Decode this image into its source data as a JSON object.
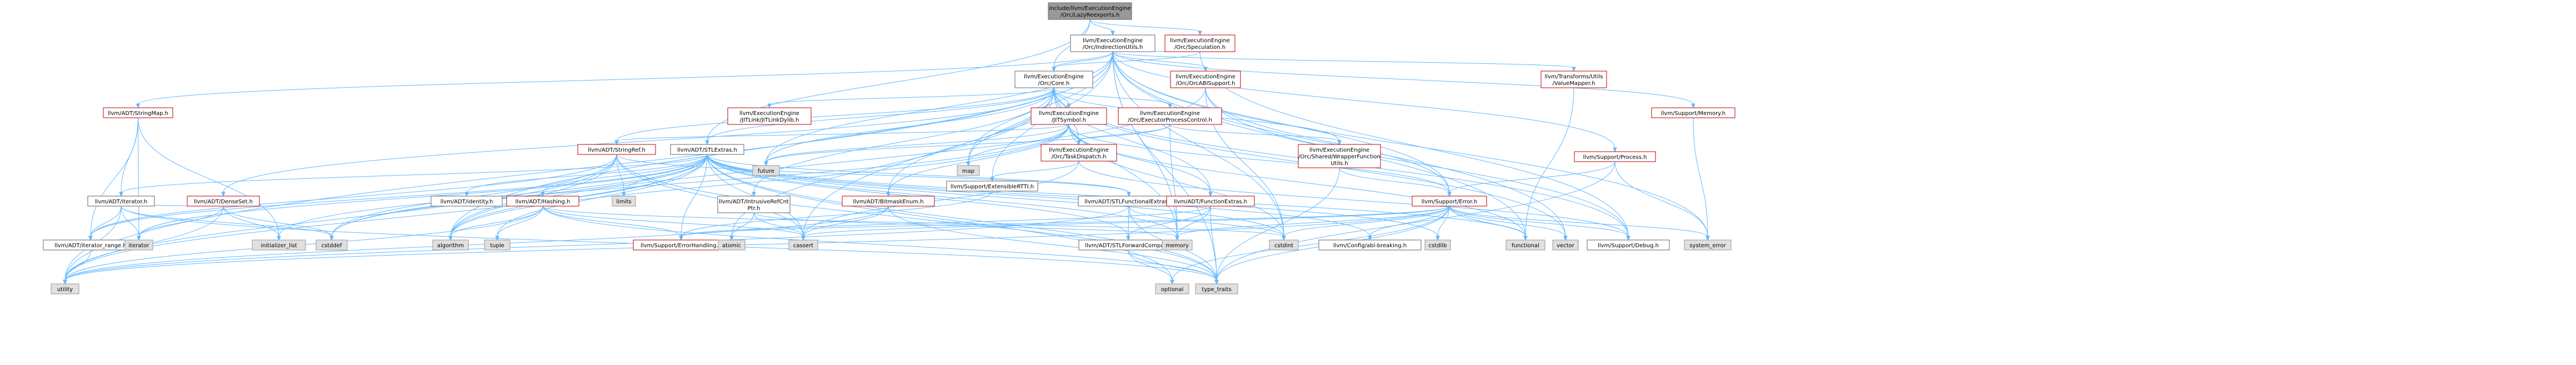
{
  "colors": {
    "root_fill": "#999999",
    "root_stroke": "#666666",
    "internal_fill": "#ffffff",
    "internal_stroke": "#bf0000",
    "documented_stroke": "#666666",
    "external_fill": "#e0e0e0",
    "external_stroke": "#999999",
    "edge": "#63b8ff"
  },
  "nodes": [
    {
      "id": "root",
      "lines": [
        "include/llvm/ExecutionEngine",
        "/Orc/LazyReexports.h"
      ],
      "kind": "root"
    },
    {
      "id": "indirection",
      "lines": [
        "llvm/ExecutionEngine",
        "/Orc/IndirectionUtils.h"
      ],
      "kind": "documented"
    },
    {
      "id": "speculation",
      "lines": [
        "llvm/ExecutionEngine",
        "/Orc/Speculation.h"
      ],
      "kind": "internal"
    },
    {
      "id": "core",
      "lines": [
        "llvm/ExecutionEngine",
        "/Orc/Core.h"
      ],
      "kind": "documented"
    },
    {
      "id": "orcabi",
      "lines": [
        "llvm/ExecutionEngine",
        "/Orc/OrcABISupport.h"
      ],
      "kind": "internal"
    },
    {
      "id": "valuemapper",
      "lines": [
        "llvm/Transforms/Utils",
        "/ValueMapper.h"
      ],
      "kind": "internal"
    },
    {
      "id": "stringmap",
      "lines": [
        "llvm/ADT/StringMap.h"
      ],
      "kind": "internal"
    },
    {
      "id": "jitlinkdylib",
      "lines": [
        "llvm/ExecutionEngine",
        "/JITLink/JITLinkDylib.h"
      ],
      "kind": "internal"
    },
    {
      "id": "jitsymbol",
      "lines": [
        "llvm/ExecutionEngine",
        "/JITSymbol.h"
      ],
      "kind": "internal"
    },
    {
      "id": "epc",
      "lines": [
        "llvm/ExecutionEngine",
        "/Orc/ExecutorProcessControl.h"
      ],
      "kind": "internal"
    },
    {
      "id": "memory_h",
      "lines": [
        "llvm/Support/Memory.h"
      ],
      "kind": "internal"
    },
    {
      "id": "process",
      "lines": [
        "llvm/Support/Process.h"
      ],
      "kind": "internal"
    },
    {
      "id": "stringref",
      "lines": [
        "llvm/ADT/StringRef.h"
      ],
      "kind": "internal"
    },
    {
      "id": "stlextras",
      "lines": [
        "llvm/ADT/STLExtras.h"
      ],
      "kind": "documented"
    },
    {
      "id": "taskdispatch",
      "lines": [
        "llvm/ExecutionEngine",
        "/Orc/TaskDispatch.h"
      ],
      "kind": "internal"
    },
    {
      "id": "swfu",
      "lines": [
        "llvm/ExecutionEngine",
        "/Orc/Shared/WrapperFunction",
        "Utils.h"
      ],
      "kind": "internal"
    },
    {
      "id": "densemap",
      "lines": [
        "llvm/ADT/DenseSet.h"
      ],
      "kind": "internal"
    },
    {
      "id": "iterator",
      "lines": [
        "llvm/ADT/iterator.h"
      ],
      "kind": "documented"
    },
    {
      "id": "hashing",
      "lines": [
        "llvm/ADT/Hashing.h"
      ],
      "kind": "internal"
    },
    {
      "id": "adtidentity",
      "lines": [
        "llvm/ADT/identity.h"
      ],
      "kind": "documented"
    },
    {
      "id": "intrusiveref",
      "lines": [
        "llvm/ADT/IntrusiveRefCnt",
        "Ptr.h"
      ],
      "kind": "documented"
    },
    {
      "id": "bitmask",
      "lines": [
        "llvm/ADT/BitmaskEnum.h"
      ],
      "kind": "internal"
    },
    {
      "id": "extensiblerti",
      "lines": [
        "llvm/Support/ExtensibleRTTI.h"
      ],
      "kind": "documented"
    },
    {
      "id": "stlfunctional",
      "lines": [
        "llvm/ADT/STLFunctionalExtras.h"
      ],
      "kind": "documented"
    },
    {
      "id": "functionextras",
      "lines": [
        "llvm/ADT/FunctionExtras.h"
      ],
      "kind": "internal"
    },
    {
      "id": "error",
      "lines": [
        "llvm/Support/Error.h"
      ],
      "kind": "internal"
    },
    {
      "id": "iterrange",
      "lines": [
        "llvm/ADT/iterator_range.h"
      ],
      "kind": "documented"
    },
    {
      "id": "errorhandling",
      "lines": [
        "llvm/Support/ErrorHandling.h"
      ],
      "kind": "internal"
    },
    {
      "id": "stlforward",
      "lines": [
        "llvm/ADT/STLForwardCompat.h"
      ],
      "kind": "documented"
    },
    {
      "id": "debug",
      "lines": [
        "llvm/Support/Debug.h"
      ],
      "kind": "documented"
    },
    {
      "id": "abibreaking",
      "lines": [
        "llvm/Config/abi-breaking.h"
      ],
      "kind": "documented"
    },
    {
      "id": "future",
      "lines": [
        "future"
      ],
      "kind": "external"
    },
    {
      "id": "map",
      "lines": [
        "map"
      ],
      "kind": "external"
    },
    {
      "id": "limits",
      "lines": [
        "limits"
      ],
      "kind": "external"
    },
    {
      "id": "atomic",
      "lines": [
        "atomic"
      ],
      "kind": "external"
    },
    {
      "id": "cassert",
      "lines": [
        "cassert"
      ],
      "kind": "external"
    },
    {
      "id": "memory",
      "lines": [
        "memory"
      ],
      "kind": "external"
    },
    {
      "id": "cstdint",
      "lines": [
        "cstdint"
      ],
      "kind": "external"
    },
    {
      "id": "cstdlib",
      "lines": [
        "cstdlib"
      ],
      "kind": "external"
    },
    {
      "id": "functional",
      "lines": [
        "functional"
      ],
      "kind": "external"
    },
    {
      "id": "vector",
      "lines": [
        "vector"
      ],
      "kind": "external"
    },
    {
      "id": "system_error",
      "lines": [
        "system_error"
      ],
      "kind": "external"
    },
    {
      "id": "iterator_std",
      "lines": [
        "iterator"
      ],
      "kind": "external"
    },
    {
      "id": "init_list",
      "lines": [
        "initializer_list"
      ],
      "kind": "external"
    },
    {
      "id": "cstddef",
      "lines": [
        "cstddef"
      ],
      "kind": "external"
    },
    {
      "id": "algorithm",
      "lines": [
        "algorithm"
      ],
      "kind": "external"
    },
    {
      "id": "tuple",
      "lines": [
        "tuple"
      ],
      "kind": "external"
    },
    {
      "id": "utility",
      "lines": [
        "utility"
      ],
      "kind": "external"
    },
    {
      "id": "optional",
      "lines": [
        "optional"
      ],
      "kind": "external"
    },
    {
      "id": "type_traits",
      "lines": [
        "type_traits"
      ],
      "kind": "external"
    }
  ],
  "edges": [
    [
      "root",
      "indirection"
    ],
    [
      "root",
      "speculation"
    ],
    [
      "root",
      "core"
    ],
    [
      "root",
      "stlextras"
    ],
    [
      "speculation",
      "core"
    ],
    [
      "speculation",
      "indirection"
    ],
    [
      "speculation",
      "debug"
    ],
    [
      "indirection",
      "core"
    ],
    [
      "indirection",
      "orcabi"
    ],
    [
      "indirection",
      "valuemapper"
    ],
    [
      "indirection",
      "stringmap"
    ],
    [
      "indirection",
      "memory_h"
    ],
    [
      "indirection",
      "process"
    ],
    [
      "indirection",
      "error"
    ],
    [
      "indirection",
      "future"
    ],
    [
      "indirection",
      "map"
    ],
    [
      "indirection",
      "functional"
    ],
    [
      "indirection",
      "system_error"
    ],
    [
      "indirection",
      "vector"
    ],
    [
      "indirection",
      "cassert"
    ],
    [
      "indirection",
      "memory"
    ],
    [
      "indirection",
      "type_traits"
    ],
    [
      "indirection",
      "utility"
    ],
    [
      "indirection",
      "algorithm"
    ],
    [
      "indirection",
      "cstdint"
    ],
    [
      "core",
      "jitlinkdylib"
    ],
    [
      "core",
      "jitsymbol"
    ],
    [
      "core",
      "epc"
    ],
    [
      "core",
      "stringref"
    ],
    [
      "core",
      "stlextras"
    ],
    [
      "core",
      "densemap"
    ],
    [
      "core",
      "intrusiveref"
    ],
    [
      "core",
      "bitmask"
    ],
    [
      "core",
      "functionextras"
    ],
    [
      "core",
      "extensiblerti"
    ],
    [
      "core",
      "taskdispatch"
    ],
    [
      "core",
      "swfu"
    ],
    [
      "core",
      "future"
    ],
    [
      "core",
      "map"
    ],
    [
      "core",
      "vector"
    ],
    [
      "core",
      "memory"
    ],
    [
      "core",
      "debug"
    ],
    [
      "core",
      "atomic"
    ],
    [
      "orcabi",
      "error"
    ],
    [
      "orcabi",
      "debug"
    ],
    [
      "orcabi",
      "cstdint"
    ],
    [
      "orcabi",
      "algorithm"
    ],
    [
      "jitsymbol",
      "stringref"
    ],
    [
      "jitsymbol",
      "bitmask"
    ],
    [
      "jitsymbol",
      "functionextras"
    ],
    [
      "jitsymbol",
      "error"
    ],
    [
      "jitsymbol",
      "cstdint"
    ],
    [
      "jitsymbol",
      "cstddef"
    ],
    [
      "jitsymbol",
      "functional"
    ],
    [
      "jitsymbol",
      "map"
    ],
    [
      "jitsymbol",
      "future"
    ],
    [
      "jitsymbol",
      "string"
    ],
    [
      "jitsymbol",
      "algorithm"
    ],
    [
      "epc",
      "taskdispatch"
    ],
    [
      "epc",
      "swfu"
    ],
    [
      "epc",
      "future"
    ],
    [
      "epc",
      "memory"
    ],
    [
      "taskdispatch",
      "extensiblerti"
    ],
    [
      "taskdispatch",
      "debug"
    ],
    [
      "taskdispatch",
      "cassert"
    ],
    [
      "swfu",
      "error"
    ],
    [
      "swfu",
      "type_traits"
    ],
    [
      "stringmap",
      "iterator"
    ],
    [
      "stringmap",
      "iterrange"
    ],
    [
      "stringmap",
      "init_list"
    ],
    [
      "stringmap",
      "iterator_std"
    ],
    [
      "stringref",
      "stlfunctional"
    ],
    [
      "stringref",
      "iterrange"
    ],
    [
      "stringref",
      "algorithm"
    ],
    [
      "stringref",
      "cassert"
    ],
    [
      "stringref",
      "cstddef"
    ],
    [
      "stringref",
      "limits"
    ],
    [
      "stringref",
      "type_traits"
    ],
    [
      "stringref",
      "utility"
    ],
    [
      "stlextras",
      "adtidentity"
    ],
    [
      "stlextras",
      "hashing"
    ],
    [
      "stlextras",
      "iterator"
    ],
    [
      "stlextras",
      "iterrange"
    ],
    [
      "stlextras",
      "stlfunctional"
    ],
    [
      "stlextras",
      "stlforward"
    ],
    [
      "stlextras",
      "errorhandling"
    ],
    [
      "stlextras",
      "algorithm"
    ],
    [
      "stlextras",
      "cassert"
    ],
    [
      "stlextras",
      "cstddef"
    ],
    [
      "stlextras",
      "cstdint"
    ],
    [
      "stlextras",
      "cstdlib"
    ],
    [
      "stlextras",
      "functional"
    ],
    [
      "stlextras",
      "init_list"
    ],
    [
      "stlextras",
      "iterator_std"
    ],
    [
      "stlextras",
      "limits"
    ],
    [
      "stlextras",
      "memory"
    ],
    [
      "stlextras",
      "optional"
    ],
    [
      "stlextras",
      "tuple"
    ],
    [
      "stlextras",
      "type_traits"
    ],
    [
      "stlextras",
      "utility"
    ],
    [
      "stlextras",
      "abibreaking"
    ],
    [
      "densemap",
      "iterator"
    ],
    [
      "densemap",
      "cstddef"
    ],
    [
      "densemap",
      "init_list"
    ],
    [
      "densemap",
      "utility"
    ],
    [
      "densemap",
      "iterator_std"
    ],
    [
      "iterator",
      "iterrange"
    ],
    [
      "iterator",
      "cstddef"
    ],
    [
      "iterator",
      "iterator_std"
    ],
    [
      "iterator",
      "type_traits"
    ],
    [
      "iterator",
      "utility"
    ],
    [
      "iterrange",
      "utility"
    ],
    [
      "hashing",
      "errorhandling"
    ],
    [
      "hashing",
      "algorithm"
    ],
    [
      "hashing",
      "cassert"
    ],
    [
      "hashing",
      "tuple"
    ],
    [
      "hashing",
      "type_traits"
    ],
    [
      "hashing",
      "utility"
    ],
    [
      "hashing",
      "cstdint"
    ],
    [
      "intrusiveref",
      "atomic"
    ],
    [
      "intrusiveref",
      "cassert"
    ],
    [
      "intrusiveref",
      "memory"
    ],
    [
      "bitmask",
      "cassert"
    ],
    [
      "bitmask",
      "type_traits"
    ],
    [
      "bitmask",
      "utility"
    ],
    [
      "stlfunctional",
      "stlforward"
    ],
    [
      "stlfunctional",
      "cstdint"
    ],
    [
      "stlfunctional",
      "type_traits"
    ],
    [
      "stlfunctional",
      "utility"
    ],
    [
      "functionextras",
      "stlforward"
    ],
    [
      "functionextras",
      "memory"
    ],
    [
      "functionextras",
      "type_traits"
    ],
    [
      "functionextras",
      "errorhandling"
    ],
    [
      "stlforward",
      "optional"
    ],
    [
      "stlforward",
      "type_traits"
    ],
    [
      "error",
      "abibreaking"
    ],
    [
      "error",
      "errorhandling"
    ],
    [
      "error",
      "debug"
    ],
    [
      "error",
      "cassert"
    ],
    [
      "error",
      "cstdint"
    ],
    [
      "error",
      "cstdlib"
    ],
    [
      "error",
      "functional"
    ],
    [
      "error",
      "memory"
    ],
    [
      "error",
      "optional"
    ],
    [
      "error",
      "system_error"
    ],
    [
      "error",
      "type_traits"
    ],
    [
      "error",
      "utility"
    ],
    [
      "error",
      "vector"
    ],
    [
      "process",
      "error"
    ],
    [
      "process",
      "system_error"
    ],
    [
      "process",
      "type_traits"
    ],
    [
      "memory_h",
      "system_error"
    ],
    [
      "valuemapper",
      "functional"
    ],
    [
      "extensiblerti",
      "errorhandling"
    ]
  ]
}
